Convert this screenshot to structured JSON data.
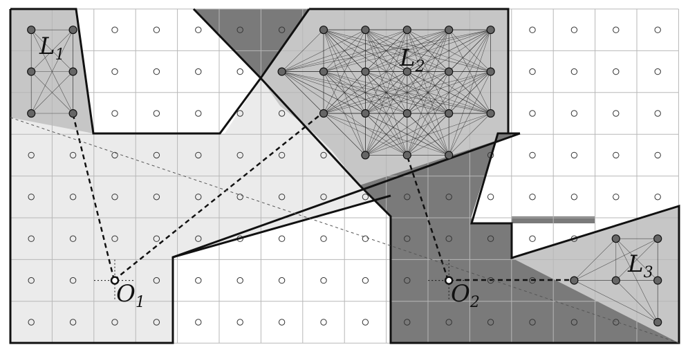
{
  "colors": {
    "light_region": "#ebebeb",
    "mid_region": "#c6c6c6",
    "dark_region": "#7a7a7a",
    "grid_line": "#b7b7b7",
    "wall": "#111111",
    "landmark_node": "#666666"
  },
  "labels": {
    "L1": {
      "main": "L",
      "sub": "1"
    },
    "L2": {
      "main": "L",
      "sub": "2"
    },
    "L3": {
      "main": "L",
      "sub": "3"
    },
    "O1": {
      "main": "O",
      "sub": "1"
    },
    "O2": {
      "main": "O",
      "sub": "2"
    }
  },
  "grid": {
    "columns": 16,
    "rows": 8
  },
  "landmarks": [
    {
      "name": "L1",
      "nodes": [
        [
          0,
          0
        ],
        [
          1,
          0
        ],
        [
          0,
          1
        ],
        [
          1,
          1
        ],
        [
          0,
          2
        ],
        [
          1,
          2
        ]
      ]
    },
    {
      "name": "L2",
      "nodes": [
        [
          7,
          0
        ],
        [
          8,
          0
        ],
        [
          9,
          0
        ],
        [
          10,
          0
        ],
        [
          11,
          0
        ],
        [
          6,
          1
        ],
        [
          7,
          1
        ],
        [
          8,
          1
        ],
        [
          9,
          1
        ],
        [
          10,
          1
        ],
        [
          11,
          1
        ],
        [
          7,
          2
        ],
        [
          8,
          2
        ],
        [
          9,
          2
        ],
        [
          10,
          2
        ],
        [
          11,
          2
        ],
        [
          8,
          3
        ],
        [
          9,
          3
        ],
        [
          10,
          3
        ]
      ]
    },
    {
      "name": "L3",
      "nodes": [
        [
          14,
          5
        ],
        [
          15,
          5
        ],
        [
          13,
          6
        ],
        [
          14,
          6
        ],
        [
          15,
          6
        ],
        [
          15,
          7
        ]
      ]
    }
  ],
  "observers": [
    {
      "name": "O1",
      "cell": [
        2,
        6
      ]
    },
    {
      "name": "O2",
      "cell": [
        10,
        6
      ]
    }
  ]
}
